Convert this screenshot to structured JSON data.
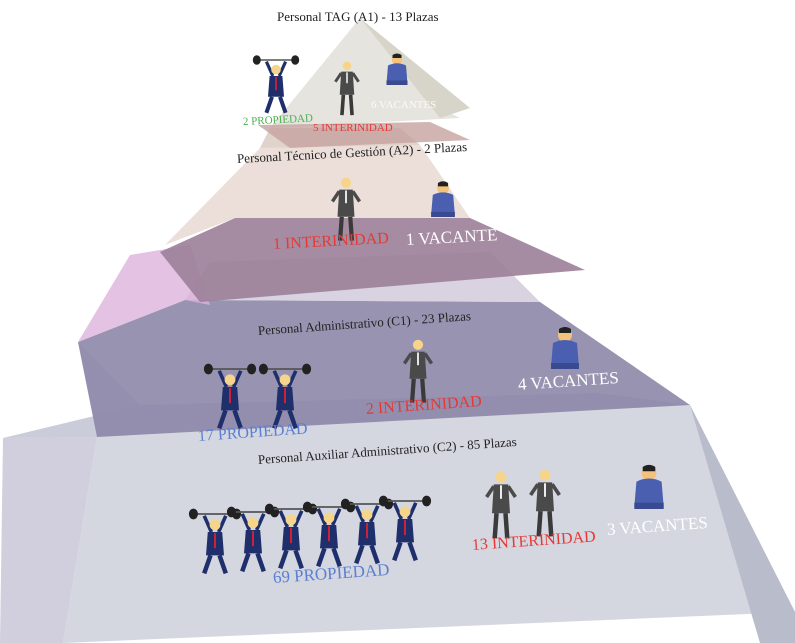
{
  "levels": [
    {
      "title": "Personal TAG (A1) - 13 Plazas",
      "propiedad": "2 PROPIEDAD",
      "interinidad": "5 INTERINIDAD",
      "vacantes": "6 VACANTES"
    },
    {
      "title": "Personal Técnico de Gestión (A2) - 2 Plazas",
      "interinidad": "1 INTERINIDAD",
      "vacantes": "1 VACANTE"
    },
    {
      "title": "Personal Administrativo (C1) - 23 Plazas",
      "propiedad": "17 PROPIEDAD",
      "interinidad": "2 INTERINIDAD",
      "vacantes": "4 VACANTES"
    },
    {
      "title": "Personal Auxiliar Administrativo (C2) - 85 Plazas",
      "propiedad": "69 PROPIEDAD",
      "interinidad": "13 INTERINIDAD",
      "vacantes": "3 VACANTES"
    }
  ],
  "figures": {
    "lifter_icon": "weightlifter-icon",
    "standing_icon": "standing-person-icon",
    "sitting_icon": "sitting-person-icon"
  },
  "colors": {
    "propiedad_top": "#4caf50",
    "propiedad": "#5b7fd1",
    "interinidad": "#e53935",
    "vacantes": "#ffffff",
    "suit": "#1f2f6b",
    "grey_suit": "#4a4a4a"
  }
}
